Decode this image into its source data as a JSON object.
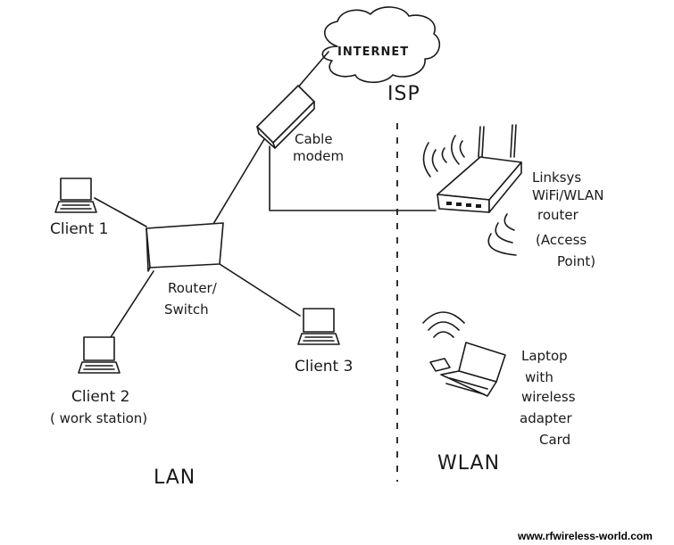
{
  "labels": {
    "internet": "INTERNET",
    "isp": "ISP",
    "cable_modem_1": "Cable",
    "cable_modem_2": "modem",
    "router_1": "Linksys",
    "router_2": "WiFi/WLAN",
    "router_3": "router",
    "router_4": "(Access",
    "router_5": "Point)",
    "client1": "Client 1",
    "switch_1": "Router/",
    "switch_2": "Switch",
    "client2_1": "Client 2",
    "client2_2": "( work station)",
    "client3": "Client 3",
    "laptop_1": "Laptop",
    "laptop_2": "with",
    "laptop_3": "wireless",
    "laptop_4": "adapter",
    "laptop_5": "Card",
    "lan": "LAN",
    "wlan": "WLAN",
    "credit": "www.rfwireless-world.com"
  }
}
